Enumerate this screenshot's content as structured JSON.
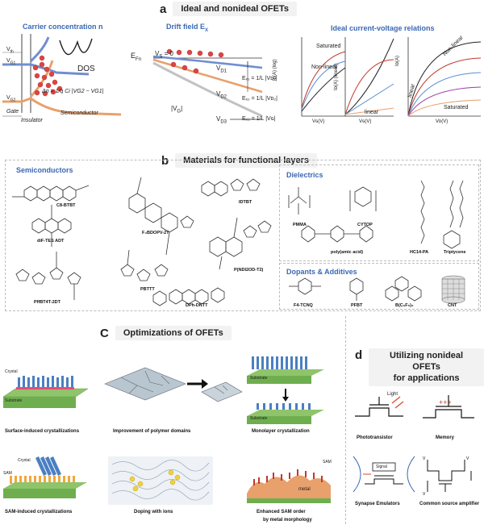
{
  "panel_a": {
    "letter": "a",
    "title": "Ideal and nonideal OFETs",
    "sub1": "Carrier concentration n",
    "sub2": "Drift field E",
    "sub2_sub": "X",
    "sub3": "Ideal current-voltage relations",
    "vth": "V",
    "vth_sub": "th",
    "vg1": "V",
    "vg1_sub": "G1",
    "vg2": "V",
    "vg2_sub": "G2",
    "gate": "Gate",
    "insulator": "Insulator",
    "semiconductor": "Semiconductor",
    "dos": "DOS",
    "dn_eq": "Δn = (1/q) Cᵢ|V",
    "dn_eq_full": "Δn = 1/q Ci |VG2 − VG1|",
    "efn": "E",
    "efn_sub": "Fn",
    "vs": "V",
    "vs_sub": "S",
    "vs_val": " = 0",
    "vd1": "V",
    "vd1_sub": "D1",
    "vd2": "V",
    "vd2_sub": "D2",
    "vd3": "V",
    "vd3_sub": "D3",
    "vg_abs": "|V",
    "vg_abs_sub": "G",
    "ex1": "Eₓ₁ = 1/L |Vᴅ₁|",
    "ex2": "Eₓ₂ = 1/L |Vᴅ₂|",
    "ex3": "Eₓ₃ = 1/L |Vɢ|",
    "iv1_y": "Iᴅ(A) (log)",
    "iv1_x": "Vɢ(V)",
    "iv2_y": "Iᴅ(A) (linear)",
    "iv2_x": "Vɢ(V)",
    "iv3_y": "Iᴅ(A)",
    "iv3_x": "Vᴅ(V)",
    "saturated": "Saturated",
    "nonlinear": "Non-linear",
    "linear": "linear",
    "nonlinear2": "Non-linear",
    "linear2": "linear",
    "saturated2": "Saturated"
  },
  "panel_b": {
    "letter": "b",
    "title": "Materials for functional layers",
    "semiconductors": "Semiconductors",
    "dielectrics": "Dielectrics",
    "dopants": "Dopants & Additives",
    "mols_semi": [
      "C8-BTBT",
      "F₄BDOPV-2T",
      "IDTBT",
      "diF-TES ADT",
      "P(NDI2OD-T2)",
      "PBTTT",
      "PffBT4T-2DT",
      "DPh-DNTT"
    ],
    "mols_diel": [
      "PMMA",
      "CYTOP",
      "poly(amic acid)",
      "HC14-PA",
      "Triptycene"
    ],
    "mols_dop": [
      "F4-TCNQ",
      "PFBT",
      "B(C₆F₅)₃",
      "CNT"
    ]
  },
  "panel_c": {
    "letter": "C",
    "title": "Optimizations of OFETs",
    "items": [
      "Surface-induced crystallizations",
      "Improvement  of polymer domains",
      "Monolayer crystallization",
      "SAM-induced crystallizations",
      "Doping with ions",
      "Enhanced SAM order",
      "by metal morphology"
    ],
    "crystal": "Crystal",
    "substrate": "Substrate",
    "sam": "SAM",
    "metal": "metal"
  },
  "panel_d": {
    "letter": "d",
    "title_line1": "Utilizing nonideal OFETs",
    "title_line2": "for applications",
    "items": [
      "Phototransistor",
      "Memory",
      "Synapse Emulators",
      "Common source amplifier"
    ],
    "light": "Light",
    "signal": "Signal"
  },
  "colors": {
    "accent_blue": "#3b68b4",
    "orange": "#e0703a",
    "red": "#c0392b",
    "green": "#8fc46b"
  }
}
